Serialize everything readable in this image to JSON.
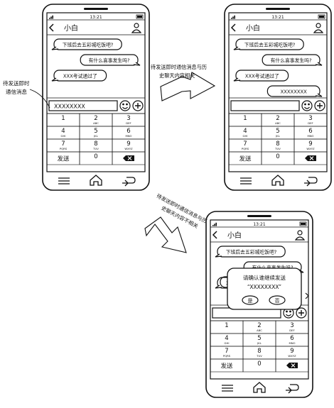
{
  "phones": [
    {
      "status_time": "13:21",
      "contact_name": "小白",
      "messages": [
        {
          "side": "left",
          "text": "下班后去五彩城吃饭吧?"
        },
        {
          "side": "right",
          "text": "有什么喜事发生吗?"
        },
        {
          "side": "left",
          "text": "XXX考试通过了"
        }
      ],
      "input_text": "XXXXXXXX",
      "keypad": {
        "keys": [
          {
            "num": "1",
            "sub": ""
          },
          {
            "num": "2",
            "sub": "ABC"
          },
          {
            "num": "3",
            "sub": "DEF"
          },
          {
            "num": "4",
            "sub": "GHI"
          },
          {
            "num": "5",
            "sub": "JKL"
          },
          {
            "num": "6",
            "sub": "MNO"
          },
          {
            "num": "7",
            "sub": "PQRS"
          },
          {
            "num": "8",
            "sub": "TUV"
          },
          {
            "num": "9",
            "sub": "WXYZ"
          },
          {
            "num": "发送",
            "sub": ""
          },
          {
            "num": "0",
            "sub": ""
          },
          {
            "num": "",
            "sub": ""
          }
        ]
      }
    },
    {
      "status_time": "13:21",
      "contact_name": "小白",
      "messages": [
        {
          "side": "left",
          "text": "下班后去五彩城吃饭吧?"
        },
        {
          "side": "right",
          "text": "有什么喜事发生吗?"
        },
        {
          "side": "left",
          "text": "XXX考试通过了"
        },
        {
          "side": "right",
          "text": "XXXXXXXX"
        }
      ],
      "input_text": "",
      "keypad": {
        "keys": [
          {
            "num": "1",
            "sub": ""
          },
          {
            "num": "2",
            "sub": "ABC"
          },
          {
            "num": "3",
            "sub": "DEF"
          },
          {
            "num": "4",
            "sub": "GHI"
          },
          {
            "num": "5",
            "sub": "JKL"
          },
          {
            "num": "6",
            "sub": "MNO"
          },
          {
            "num": "7",
            "sub": "PQRS"
          },
          {
            "num": "8",
            "sub": "TUV"
          },
          {
            "num": "9",
            "sub": "WXYZ"
          },
          {
            "num": "发送",
            "sub": ""
          },
          {
            "num": "0",
            "sub": ""
          },
          {
            "num": "",
            "sub": ""
          }
        ]
      }
    },
    {
      "status_time": "13:21",
      "contact_name": "小白",
      "messages": [
        {
          "side": "left",
          "text": "下班后去五彩城吃饭吧?"
        },
        {
          "side": "right",
          "text": "有什么喜事发生吗?"
        },
        {
          "side": "left",
          "text": "XXX考"
        }
      ],
      "input_text": "",
      "dialog": {
        "line1": "请确认谁继续发送",
        "line2": "“XXXXXXXX”",
        "yes": "是",
        "no": "否"
      },
      "keypad": {
        "keys": [
          {
            "num": "1",
            "sub": ""
          },
          {
            "num": "2",
            "sub": "ABC"
          },
          {
            "num": "3",
            "sub": "DEF"
          },
          {
            "num": "4",
            "sub": "GHI"
          },
          {
            "num": "5",
            "sub": "JKL"
          },
          {
            "num": "6",
            "sub": "MNO"
          },
          {
            "num": "7",
            "sub": "PQRS"
          },
          {
            "num": "8",
            "sub": "TUV"
          },
          {
            "num": "9",
            "sub": "WXYZ"
          },
          {
            "num": "发送",
            "sub": ""
          },
          {
            "num": "0",
            "sub": ""
          },
          {
            "num": "",
            "sub": ""
          }
        ]
      }
    }
  ],
  "callout_label": [
    "待发送即时",
    "通信消息"
  ],
  "arrow1_text": [
    "待发送即时通信消息与历",
    "史聊天内容相关"
  ],
  "arrow2_text": [
    "待发送即时通信消息与历",
    "史聊天内容不相关"
  ],
  "icons": {
    "back": "chevron-left-icon",
    "contact": "person-icon",
    "emoji": "emoji-face-icon",
    "plus": "plus-circle-icon",
    "delete": "backspace-icon",
    "menu": "menu-icon",
    "home": "home-icon",
    "return": "return-arrow-icon"
  }
}
